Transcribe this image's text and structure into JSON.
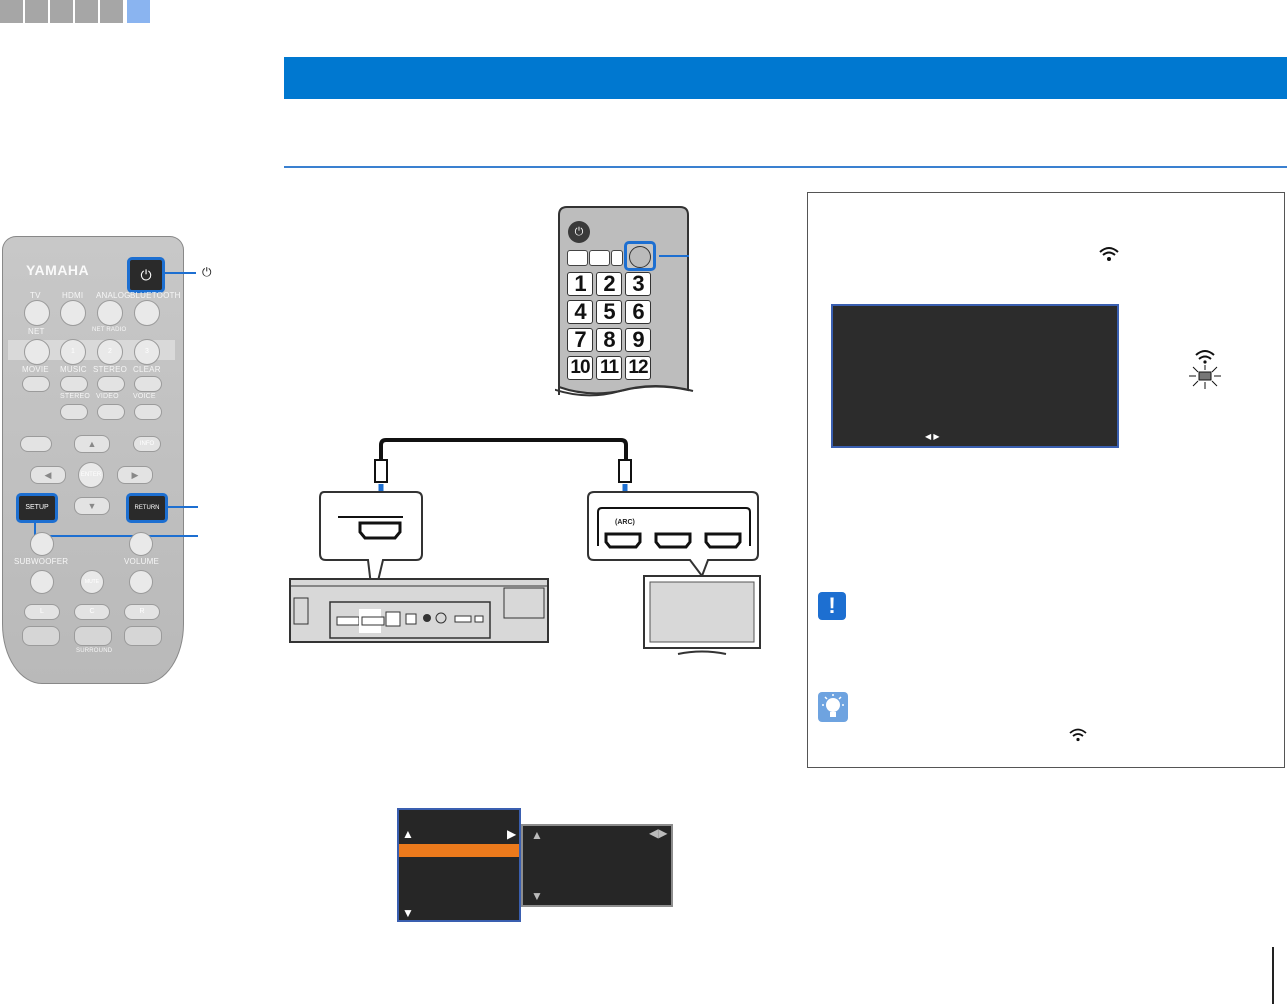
{
  "colors": {
    "header": "#0078d0",
    "accent_blue": "#1d6fd1",
    "menu_highlight": "#ec7a1c",
    "screen_bg": "#2c2c2c",
    "tab_gray": "#a6a6a6",
    "tab_active": "#8ab4f0"
  },
  "tabs": {
    "count": 6,
    "active_index": 5
  },
  "remote": {
    "brand": "YAMAHA",
    "power_symbol": "⏻",
    "source_labels": [
      "TV",
      "HDMI",
      "ANALOG",
      "BLUETOOTH"
    ],
    "net_label": "NET",
    "net_radio_label": "NET RADIO",
    "net_radio_numbers": [
      "1",
      "2",
      "3"
    ],
    "mode_labels": [
      "MOVIE",
      "MUSIC",
      "STEREO",
      "CLEAR"
    ],
    "mode_row2_labels": [
      "STEREO",
      "VIDEO",
      "VOICE"
    ],
    "info_label": "INFO",
    "enter_label": "ENTER",
    "setup_label": "SETUP",
    "return_label": "RETURN",
    "subwoofer_label": "SUBWOOFER",
    "volume_label": "VOLUME",
    "mute_label": "MUTE",
    "lcr_labels": [
      "L",
      "C",
      "R"
    ],
    "surround_label": "SURROUND",
    "power_callout_symbol": "⏻"
  },
  "tv_remote": {
    "power_symbol": "⏻",
    "numbers": [
      "1",
      "2",
      "3",
      "4",
      "5",
      "6",
      "7",
      "8",
      "9",
      "10",
      "11",
      "12"
    ]
  },
  "connection": {
    "tv_port_label": "(ARC)"
  },
  "note_box": {
    "wifi_symbol": "wifi-icon",
    "screen_arrows": "◀ ▶",
    "caution_icon": "exclamation-icon",
    "tip_icon": "lightbulb-icon"
  },
  "menu": {
    "left_up": "▲",
    "left_right": "▶",
    "left_down": "▼",
    "right_up": "▲",
    "right_arrows": "◀▶",
    "right_down": "▼"
  }
}
